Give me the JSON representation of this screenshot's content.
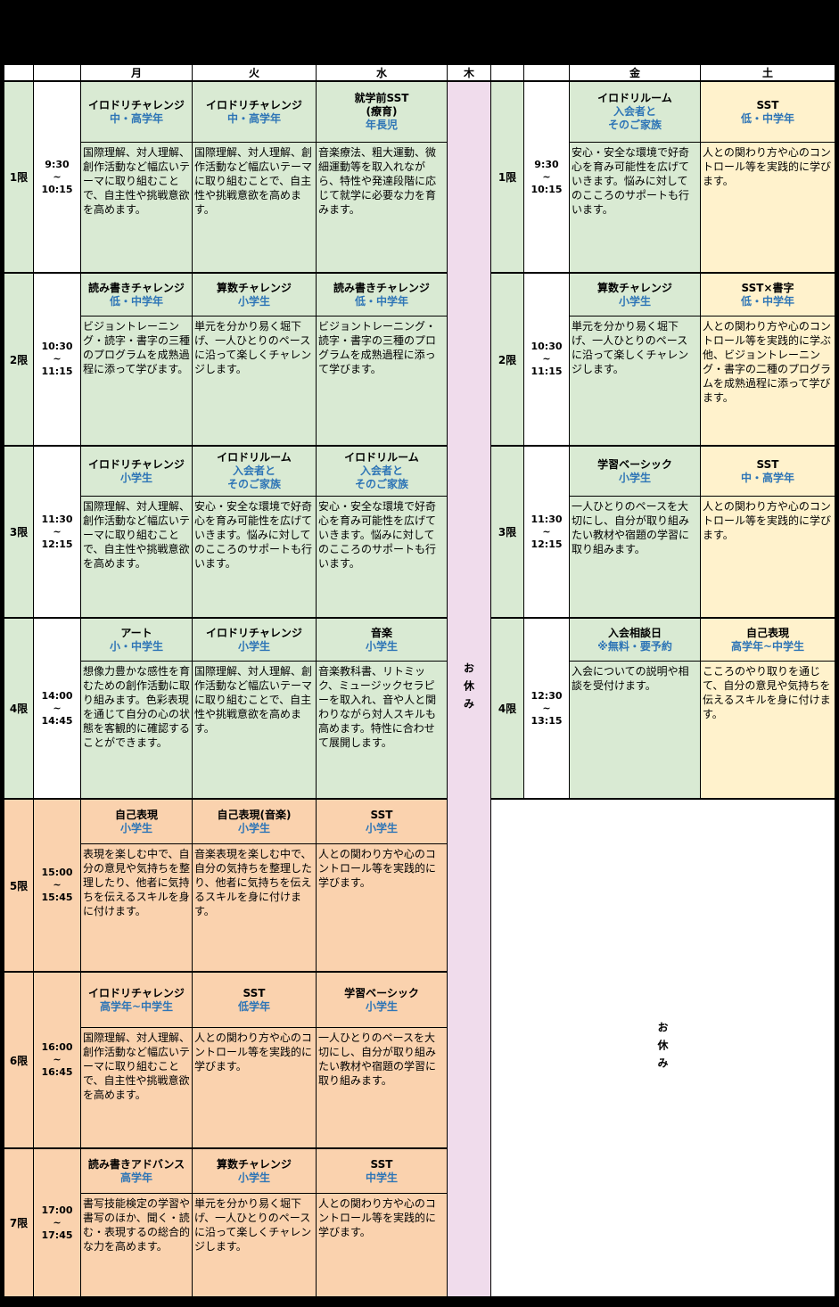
{
  "days": {
    "mon": "月",
    "tue": "火",
    "wed": "水",
    "thu": "木",
    "fri": "金",
    "sat": "土"
  },
  "closed_label": "お休み",
  "left_periods": [
    {
      "label": "1限",
      "time": "9:30\n~\n10:15"
    },
    {
      "label": "2限",
      "time": "10:30\n~\n11:15"
    },
    {
      "label": "3限",
      "time": "11:30\n~\n12:15"
    },
    {
      "label": "4限",
      "time": "14:00\n~\n14:45"
    },
    {
      "label": "5限",
      "time": "15:00\n~\n15:45"
    },
    {
      "label": "6限",
      "time": "16:00\n~\n16:45"
    },
    {
      "label": "7限",
      "time": "17:00\n~\n17:45"
    }
  ],
  "right_periods": [
    {
      "label": "1限",
      "time": "9:30\n~\n10:15"
    },
    {
      "label": "2限",
      "time": "10:30\n~\n11:15"
    },
    {
      "label": "3限",
      "time": "11:30\n~\n12:15"
    },
    {
      "label": "4限",
      "time": "12:30\n~\n13:15"
    }
  ],
  "schedule": {
    "mon": [
      {
        "title": "イロドリチャレンジ",
        "target": "中・高学年",
        "desc": "国際理解、対人理解、創作活動など幅広いテーマに取り組むことで、自主性や挑戦意欲を高めます。"
      },
      {
        "title": "読み書きチャレンジ",
        "target": "低・中学年",
        "desc": "ビジョントレーニング・読字・書字の三種のプログラムを成熟過程に添って学びます。"
      },
      {
        "title": "イロドリチャレンジ",
        "target": "小学生",
        "desc": "国際理解、対人理解、創作活動など幅広いテーマに取り組むことで、自主性や挑戦意欲を高めます。"
      },
      {
        "title": "アート",
        "target": "小・中学生",
        "desc": "想像力豊かな感性を育むための創作活動に取り組みます。色彩表現を通じて自分の心の状態を客観的に確認することができます。"
      },
      {
        "title": "自己表現",
        "target": "小学生",
        "desc": "表現を楽しむ中で、自分の意見や気持ちを整理したり、他者に気持ちを伝えるスキルを身に付けます。"
      },
      {
        "title": "イロドリチャレンジ",
        "target": "高学年~中学生",
        "desc": "国際理解、対人理解、創作活動など幅広いテーマに取り組むことで、自主性や挑戦意欲を高めます。"
      },
      {
        "title": "読み書きアドバンス",
        "target": "高学年",
        "desc": "書写技能検定の学習や書写のほか、聞く・読む・表現するの総合的な力を高めます。"
      }
    ],
    "tue": [
      {
        "title": "イロドリチャレンジ",
        "target": "中・高学年",
        "desc": "国際理解、対人理解、創作活動など幅広いテーマに取り組むことで、自主性や挑戦意欲を高めます。"
      },
      {
        "title": "算数チャレンジ",
        "target": "小学生",
        "desc": "単元を分かり易く堀下げ、一人ひとりのペースに沿って楽しくチャレンジします。"
      },
      {
        "title": "イロドリルーム",
        "target": "入会者と\nそのご家族",
        "desc": "安心・安全な環境で好奇心を育み可能性を広げていきます。悩みに対してのこころのサポートも行います。"
      },
      {
        "title": "イロドリチャレンジ",
        "target": "小学生",
        "desc": "国際理解、対人理解、創作活動など幅広いテーマに取り組むことで、自主性や挑戦意欲を高めます。"
      },
      {
        "title": "自己表現(音楽)",
        "target": "小学生",
        "desc": "音楽表現を楽しむ中で、自分の気持ちを整理したり、他者に気持ちを伝えるスキルを身に付けます。"
      },
      {
        "title": "SST",
        "target": "低学年",
        "desc": "人との関わり方や心のコントロール等を実践的に学びます。"
      },
      {
        "title": "算数チャレンジ",
        "target": "小学生",
        "desc": "単元を分かり易く堀下げ、一人ひとりのペースに沿って楽しくチャレンジします。"
      }
    ],
    "wed": [
      {
        "title": "就学前SST\n(療育)",
        "target": "年長児",
        "desc": "音楽療法、粗大運動、微細運動等を取入れながら、特性や発達段階に応じて就学に必要な力を育みます。"
      },
      {
        "title": "読み書きチャレンジ",
        "target": "低・中学年",
        "desc": "ビジョントレーニング・読字・書字の三種のプログラムを成熟過程に添って学びます。"
      },
      {
        "title": "イロドリルーム",
        "target": "入会者と\nそのご家族",
        "desc": "安心・安全な環境で好奇心を育み可能性を広げていきます。悩みに対してのこころのサポートも行います。"
      },
      {
        "title": "音楽",
        "target": "小学生",
        "desc": "音楽教科書、リトミック、ミュージックセラピーを取入れ、音や人と関わりながら対人スキルも高めます。特性に合わせて展開します。"
      },
      {
        "title": "SST",
        "target": "小学生",
        "desc": "人との関わり方や心のコントロール等を実践的に学びます。"
      },
      {
        "title": "学習ベーシック",
        "target": "小学生",
        "desc": "一人ひとりのペースを大切にし、自分が取り組みたい教材や宿題の学習に取り組みます。"
      },
      {
        "title": "SST",
        "target": "中学生",
        "desc": "人との関わり方や心のコントロール等を実践的に学びます。"
      }
    ],
    "fri": [
      {
        "title": "イロドリルーム",
        "target": "入会者と\nそのご家族",
        "desc": "安心・安全な環境で好奇心を育み可能性を広げていきます。悩みに対してのこころのサポートも行います。"
      },
      {
        "title": "算数チャレンジ",
        "target": "小学生",
        "desc": "単元を分かり易く堀下げ、一人ひとりのペースに沿って楽しくチャレンジします。"
      },
      {
        "title": "学習ベーシック",
        "target": "小学生",
        "desc": "一人ひとりのペースを大切にし、自分が取り組みたい教材や宿題の学習に取り組みます。"
      },
      {
        "title": "入会相談日",
        "target": "※無料・要予約",
        "desc": "入会についての説明や相談を受付けます。"
      }
    ],
    "sat": [
      {
        "title": "SST",
        "target": "低・中学年",
        "desc": "人との関わり方や心のコントロール等を実践的に学びます。"
      },
      {
        "title": "SST×書字",
        "target": "低・中学年",
        "desc": "人との関わり方や心のコントロール等を実践的に学ぶ他、ビジョントレーニング・書字の二種のプログラムを成熟過程に添って学びます。"
      },
      {
        "title": "SST",
        "target": "中・高学年",
        "desc": "人との関わり方や心のコントロール等を実践的に学びます。"
      },
      {
        "title": "自己表現",
        "target": "高学年~中学生",
        "desc": "こころのやり取りを通じて、自分の意見や気持ちを伝えるスキルを身に付けます。"
      }
    ]
  },
  "colors": {
    "green": "#d9ead3",
    "yellow": "#fff2cc",
    "salmon": "#fad2ae",
    "pink": "#f0dcec",
    "target_blue": "#2e75b6",
    "border_black": "#000000"
  }
}
